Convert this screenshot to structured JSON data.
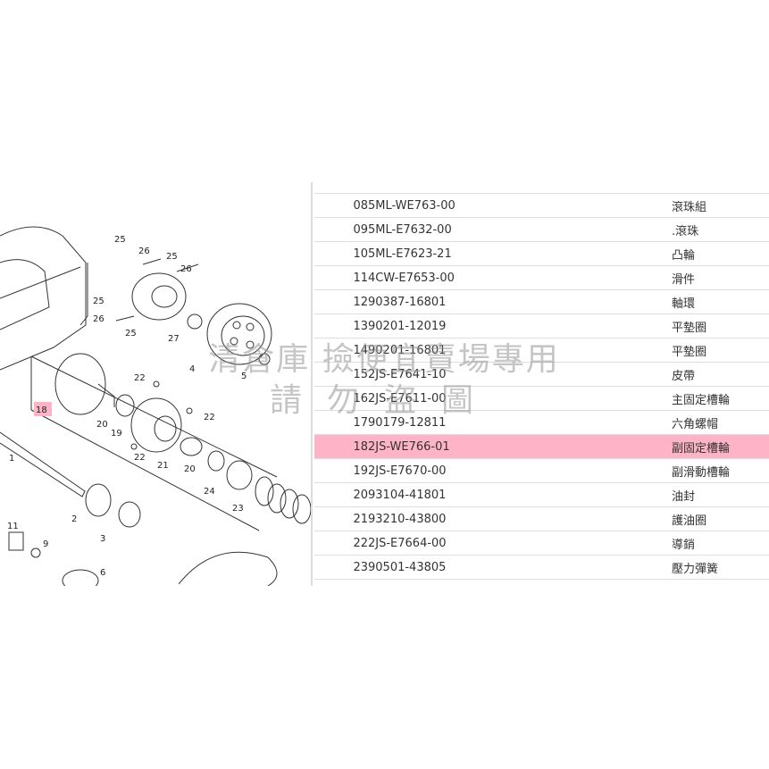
{
  "diagram": {
    "callouts": [
      "25",
      "26",
      "25",
      "26",
      "25",
      "26",
      "25",
      "27",
      "4",
      "5",
      "22",
      "22",
      "20",
      "19",
      "22",
      "20",
      "21",
      "24",
      "23",
      "1",
      "2",
      "3",
      "6",
      "11",
      "9",
      "18"
    ],
    "highlight_label": "18",
    "highlight_color": "#ffb3c6"
  },
  "parts": [
    {
      "no": "08",
      "part_no": "5ML-WE763-00",
      "name": "滾珠組"
    },
    {
      "no": "09",
      "part_no": "5ML-E7632-00",
      "name": ".滾珠"
    },
    {
      "no": "10",
      "part_no": "5ML-E7623-21",
      "name": "凸輪"
    },
    {
      "no": "11",
      "part_no": "4CW-E7653-00",
      "name": "滑件"
    },
    {
      "no": "12",
      "part_no": "90387-16801",
      "name": "軸環"
    },
    {
      "no": "13",
      "part_no": "90201-12019",
      "name": "平墊圈"
    },
    {
      "no": "14",
      "part_no": "90201-16801",
      "name": "平墊圈"
    },
    {
      "no": "15",
      "part_no": "2JS-E7641-10",
      "name": "皮帶"
    },
    {
      "no": "16",
      "part_no": "2JS-E7611-00",
      "name": "主固定槽輪"
    },
    {
      "no": "17",
      "part_no": "90179-12811",
      "name": "六角螺帽"
    },
    {
      "no": "18",
      "part_no": "2JS-WE766-01",
      "name": "副固定槽輪",
      "selected": true
    },
    {
      "no": "19",
      "part_no": "2JS-E7670-00",
      "name": "副滑動槽輪"
    },
    {
      "no": "20",
      "part_no": "93104-41801",
      "name": "油封"
    },
    {
      "no": "21",
      "part_no": "93210-43800",
      "name": "護油圈"
    },
    {
      "no": "22",
      "part_no": "2JS-E7664-00",
      "name": "導銷"
    },
    {
      "no": "23",
      "part_no": "90501-43805",
      "name": "壓力彈簧"
    }
  ],
  "watermark": {
    "line1": "清倉庫 撿便宜賣場專用",
    "line2": "請勿盜圖"
  },
  "colors": {
    "selected_row": "#ffb3c6",
    "grid_line": "#dddddd"
  }
}
